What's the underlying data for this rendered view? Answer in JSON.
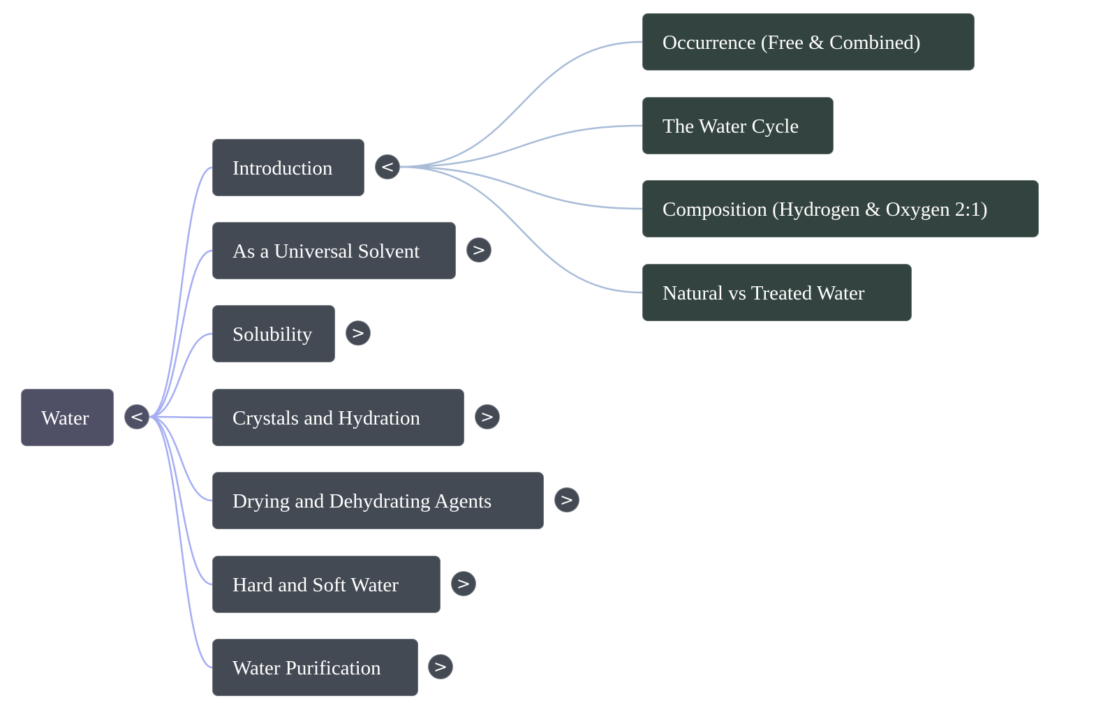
{
  "colors": {
    "root_fill": "#4f5066",
    "level1_fill": "#434a53",
    "level2_fill": "#33433f",
    "root_edge": "#a5aef2",
    "intro_edge": "#a8bcd8",
    "toggle_fill": "#434a53",
    "root_toggle_fill": "#4f5066"
  },
  "mindmap": {
    "root": {
      "label": "Water",
      "toggle": "<",
      "children": [
        {
          "label": "Introduction",
          "toggle": "<",
          "expanded": true,
          "children": [
            {
              "label": "Occurrence (Free & Combined)"
            },
            {
              "label": "The Water Cycle"
            },
            {
              "label": "Composition (Hydrogen & Oxygen 2:1)"
            },
            {
              "label": "Natural vs Treated Water"
            }
          ]
        },
        {
          "label": "As a Universal Solvent",
          "toggle": ">",
          "expanded": false
        },
        {
          "label": "Solubility",
          "toggle": ">",
          "expanded": false
        },
        {
          "label": "Crystals and Hydration",
          "toggle": ">",
          "expanded": false
        },
        {
          "label": "Drying and Dehydrating Agents",
          "toggle": ">",
          "expanded": false
        },
        {
          "label": "Hard and Soft Water",
          "toggle": ">",
          "expanded": false
        },
        {
          "label": "Water Purification",
          "toggle": ">",
          "expanded": false
        }
      ]
    }
  }
}
